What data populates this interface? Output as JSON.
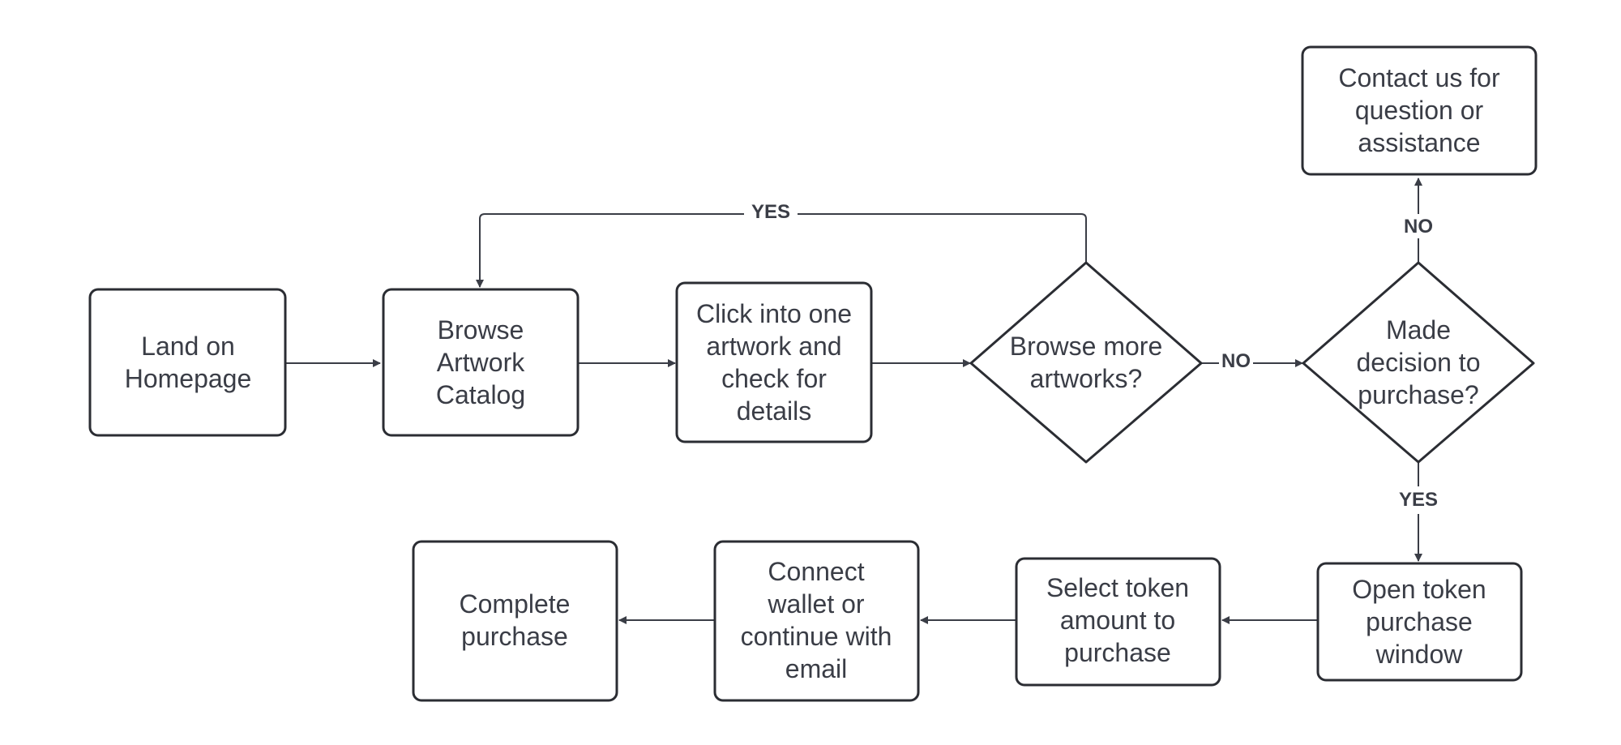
{
  "colors": {
    "stroke": "#2b2d33",
    "text": "#3a3d46",
    "background": "#ffffff"
  },
  "nodes": {
    "land_homepage": [
      "Land on",
      "Homepage"
    ],
    "browse_catalog": [
      "Browse",
      "Artwork",
      "Catalog"
    ],
    "click_artwork": [
      "Click into one",
      "artwork and",
      "check for",
      "details"
    ],
    "browse_more": [
      "Browse more",
      "artworks?"
    ],
    "made_decision": [
      "Made",
      "decision to",
      "purchase?"
    ],
    "contact_us": [
      "Contact us for",
      "question or",
      "assistance"
    ],
    "open_token_window": [
      "Open token",
      "purchase",
      "window"
    ],
    "select_token_amount": [
      "Select token",
      "amount to",
      "purchase"
    ],
    "connect_wallet": [
      "Connect",
      "wallet or",
      "continue with",
      "email"
    ],
    "complete_purchase": [
      "Complete",
      "purchase"
    ]
  },
  "edge_labels": {
    "browse_more_yes": "YES",
    "browse_more_no": "NO",
    "decision_no": "NO",
    "decision_yes": "YES"
  }
}
